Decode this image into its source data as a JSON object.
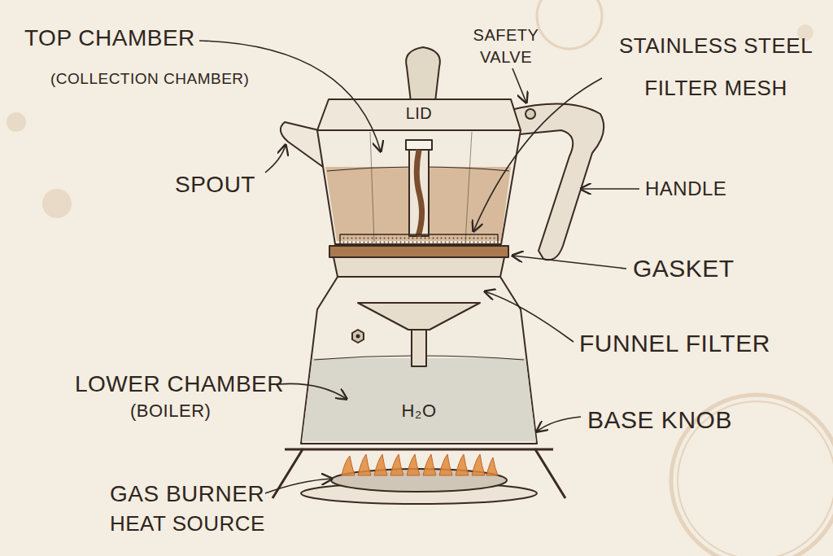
{
  "diagram": {
    "labels": [
      "TOP CHAMBER",
      "(COLLECTION CHAMBER)",
      "SAFETY VALVE",
      "STAINLESS STEEL FILTER MESH",
      "LID",
      "SPOUT",
      "HANDLE",
      "GASKET",
      "FUNNEL FILTER",
      "LOWER CHAMBER",
      "(BOILER)",
      "H₂O",
      "BASE KNOB",
      "GAS BURNER",
      "HEAT SOURCE"
    ]
  }
}
